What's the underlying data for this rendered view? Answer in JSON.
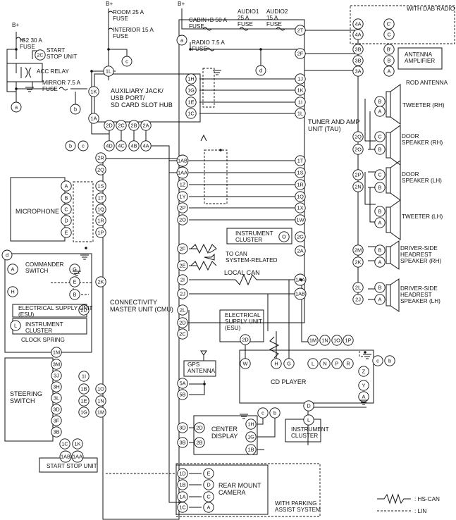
{
  "power": {
    "bplus": "B+"
  },
  "fuses": {
    "ig2": "IG2 30 A\nFUSE",
    "room": "ROOM 25 A\nFUSE",
    "interior": "INTERIOR 15 A\nFUSE",
    "mirror": "MIRROR 7.5 A\nFUSE",
    "cabin": "CABIN+B 50 A\nFUSE",
    "audio1": "AUDIO1\n25 A\nFUSE",
    "audio2": "AUDIO2\n15 A\nFUSE",
    "radio": "RADIO 7.5 A\nFUSE"
  },
  "components": {
    "start_stop_unit_relay": "START\nSTOP UNIT",
    "acc_relay": "ACC RELAY",
    "aux_hub": "AUXILIARY JACK/\nUSB PORT/\nSD CARD SLOT HUB",
    "tau": "TUNER AND AMP\nUNIT (TAU)",
    "with_dab": "WITH DAB RADIO",
    "antenna_amp": "ANTENNA\nAMPLIFIER",
    "rod_antenna": "ROD ANTENNA",
    "tweeter_rh": "TWEETER (RH)",
    "door_rh": "DOOR\nSPEAKER (RH)",
    "door_lh": "DOOR\nSPEAKER (LH)",
    "tweeter_lh": "TWEETER (LH)",
    "headrest_rh": "DRIVER-SIDE\nHEADREST\nSPEAKER (RH)",
    "headrest_lh": "DRIVER-SIDE\nHEADREST\nSPEAKER (LH)",
    "microphone": "MICROPHONE",
    "commander": "COMMANDER\nSWITCH",
    "esu_small": "ELECTRICAL SUPPLY UNIT\n(ESU)",
    "ic_left": "INSTRUMENT\nCLUSTER",
    "clock_spring": "CLOCK SPRING",
    "steering_switch": "STEERING\nSWITCH",
    "start_stop_unit": "START STOP UNIT",
    "cmu": "CONNECTIVITY\nMASTER UNIT (CMU)",
    "ic_tau": "INSTRUMENT\nCLUSTER",
    "can_related": "TO CAN\nSYSTEM-RELATED",
    "local_can": "LOCAL CAN",
    "esu_cd": "ELECTRICAL\nSUPPLY UNIT\n(ESU)",
    "cd_player": "CD PLAYER",
    "gps": "GPS\nANTENNA",
    "center_display": "CENTER\nDISPLAY",
    "ic_bottom": "INSTRUMENT\nCLUSTER",
    "rear_camera": "REAR MOUNT\nCAMERA",
    "with_parking": "WITH PARKING\nASSIST SYSTEM"
  },
  "refs": [
    "a",
    "b",
    "c",
    "d"
  ],
  "legend": {
    "hs_can": ": HS-CAN",
    "lin": ": LIN"
  }
}
